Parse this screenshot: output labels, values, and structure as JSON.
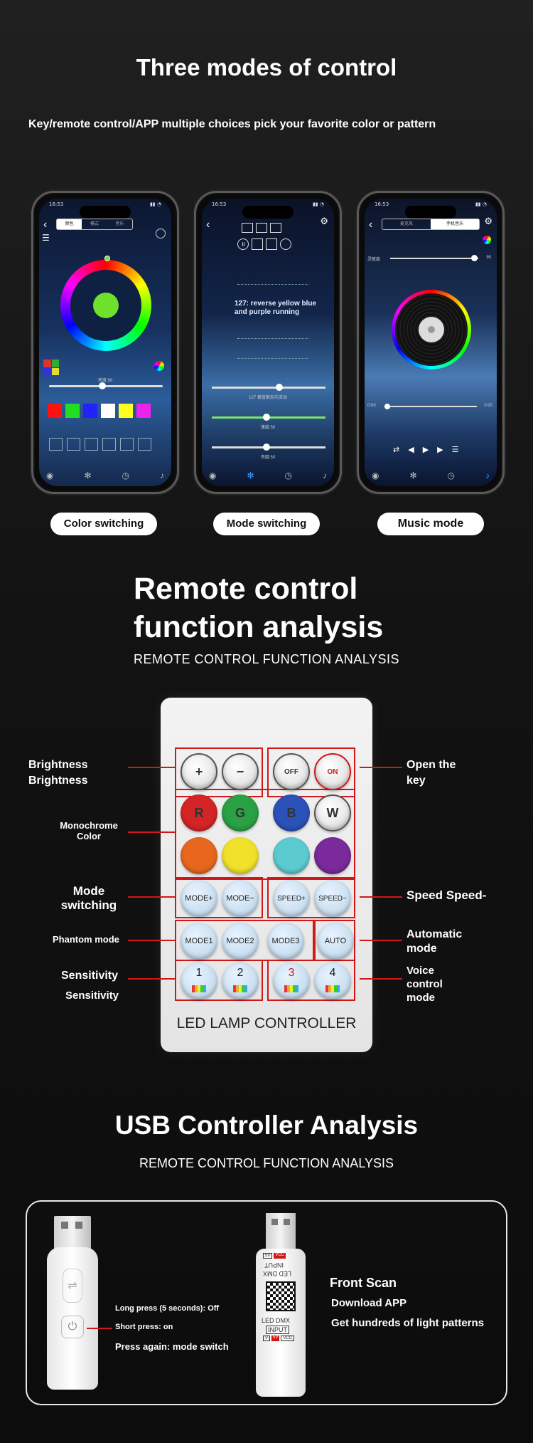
{
  "section1": {
    "title": "Three modes of control",
    "subtitle": "Key/remote control/APP multiple choices pick your favorite color or pattern"
  },
  "phones": [
    {
      "status_time": "16:53",
      "tab1": "颜色",
      "tab2": "模式",
      "tab3": "音乐",
      "brightness_label": "亮度:90",
      "label": "Color switching"
    },
    {
      "status_time": "16:53",
      "mode_text": "127: reverse yellow blue and purple running",
      "slider1_label": "127 黄蓝紫反向流动",
      "slider2_label": "速度:50",
      "slider3_label": "亮度:50",
      "label": "Mode switching"
    },
    {
      "status_time": "16:53",
      "tab1": "麦克风",
      "tab2": "手机音乐",
      "sensitivity_label": "灵敏度",
      "sensitivity_value": "90",
      "time_start": "0:00",
      "time_end": "0:00",
      "label": "Music mode"
    }
  ],
  "section2": {
    "title_line1": "Remote control",
    "title_line2": "function analysis",
    "subtitle": "REMOTE CONTROL FUNCTION ANALYSIS"
  },
  "remote": {
    "keys": {
      "plus": "+",
      "minus": "−",
      "off": "OFF",
      "on": "ON",
      "r": "R",
      "g": "G",
      "b": "B",
      "w": "W",
      "mode_plus": "MODE+",
      "mode_minus": "MODE−",
      "speed_plus": "SPEED+",
      "speed_minus": "SPEED−",
      "mode1": "MODE1",
      "mode2": "MODE2",
      "mode3": "MODE3",
      "auto": "AUTO",
      "s1": "1",
      "s2": "2",
      "s3": "3",
      "s4": "4"
    },
    "brand": "LED LAMP CONTROLLER",
    "colors": {
      "red": "#d32525",
      "green": "#2aa144",
      "blue": "#2b52b8",
      "orange": "#e8671f",
      "yellow": "#f0e22a",
      "cyan": "#5ccbd0",
      "purple": "#7a2a9a",
      "accent_red": "#d01818"
    },
    "labels": {
      "brightness_1": "Brightness",
      "brightness_2": "Brightness",
      "open_key_1": "Open the",
      "open_key_2": "key",
      "mono_1": "Monochrome",
      "mono_2": "Color",
      "mode_sw_1": "Mode",
      "mode_sw_2": "switching",
      "speed": "Speed Speed-",
      "phantom": "Phantom mode",
      "auto_1": "Automatic",
      "auto_2": "mode",
      "sens_1": "Sensitivity",
      "sens_2": "Sensitivity",
      "voice_1": "Voice",
      "voice_2": "control",
      "voice_3": "mode"
    }
  },
  "section3": {
    "title": "USB Controller Analysis",
    "subtitle": "REMOTE CONTROL FUNCTION ANALYSIS"
  },
  "usb": {
    "long_press": "Long press (5 seconds): Off",
    "short_press": "Short press: on",
    "press_again": "Press again: mode switch",
    "label_top_1": "5V",
    "label_top_2": "VCC",
    "input_text": "INPUT",
    "led_dmx": "LED DMX",
    "led_dmx_2": "LED DMX",
    "input_text_2": "INPUT",
    "label_bot_1": "V",
    "label_bot_2": "5V",
    "label_bot_3": "VCC",
    "front_scan": "Front Scan",
    "download": "Download APP",
    "patterns": "Get hundreds of light patterns"
  }
}
